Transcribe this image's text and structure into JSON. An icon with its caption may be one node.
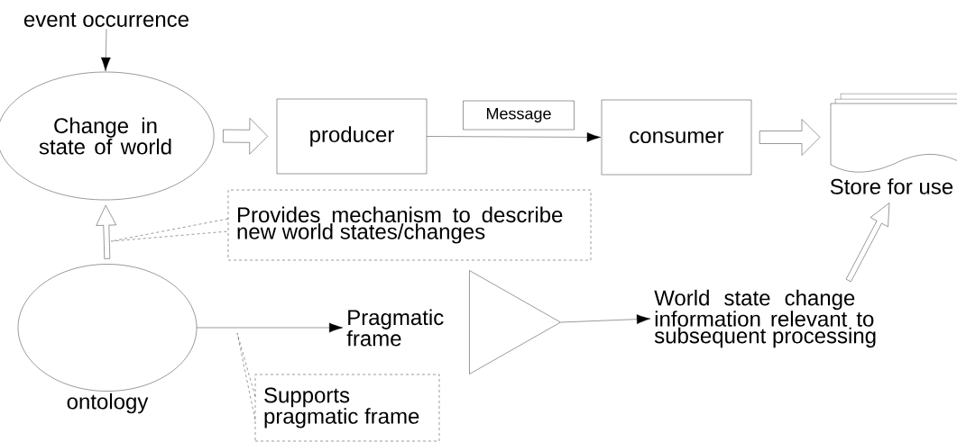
{
  "diagram": {
    "nodes": [
      {
        "text": [
          "event occurrence"
        ]
      },
      {
        "text": [
          "Change in state of world"
        ]
      },
      {
        "text": [
          "producer"
        ]
      },
      {
        "text": [
          "consumer"
        ]
      },
      {
        "text": [
          "Store for use"
        ]
      },
      {
        "text": [
          "Provides mechanism to describe new world states/changes"
        ]
      },
      {
        "text": [
          "ontology"
        ]
      },
      {
        "text": [
          "Pragmatic frame"
        ]
      },
      {
        "text": [],
        "shape": "triangle"
      },
      {
        "text": [
          "World state change information relevant to subsequent processing"
        ]
      },
      {
        "text": [
          "Supports pragmatic frame"
        ]
      }
    ],
    "edges": [
      {
        "from": 0,
        "to": 1,
        "arrow": "to"
      },
      {
        "from": 1,
        "to": 2,
        "arrow": "to",
        "style": "thick"
      },
      {
        "from": 2,
        "to": 3,
        "arrow": "to",
        "label": "Message"
      },
      {
        "from": 3,
        "to": 4,
        "arrow": "to",
        "style": "thick"
      },
      {
        "from": 6,
        "to": 1,
        "arrow": "to",
        "style": "thick"
      },
      {
        "from": 5,
        "to": null,
        "arrow": "none",
        "style": "dashed"
      },
      {
        "from": 6,
        "to": 7,
        "arrow": "to"
      },
      {
        "from": 10,
        "to": null,
        "arrow": "none",
        "style": "dashed"
      },
      {
        "from": 8,
        "to": 9,
        "arrow": "to"
      },
      {
        "from": 9,
        "to": 4,
        "arrow": "to",
        "style": "thick"
      }
    ]
  }
}
